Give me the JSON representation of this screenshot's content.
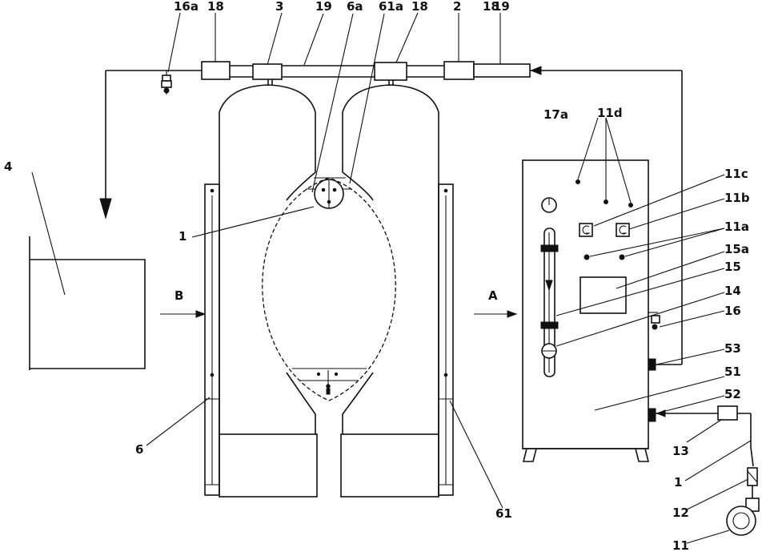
{
  "labels": {
    "l16a": "16a",
    "l18_left": "18",
    "l3": "3",
    "l19_left": "19",
    "l6a": "6a",
    "l61a": "61a",
    "l18_mid": "18",
    "l2": "2",
    "l18_right": "18",
    "l19_right": "19",
    "l17a": "17a",
    "l11d": "11d",
    "l11c": "11c",
    "l11b": "11b",
    "l11a": "11a",
    "l15a": "15a",
    "l15": "15",
    "l14": "14",
    "l16": "16",
    "l53": "53",
    "l51": "51",
    "l52": "52",
    "l13": "13",
    "l1_right": "1",
    "l12": "12",
    "l11": "11",
    "l4": "4",
    "lB": "B",
    "lA": "A",
    "l1_left": "1",
    "l6": "6",
    "l61": "61"
  }
}
